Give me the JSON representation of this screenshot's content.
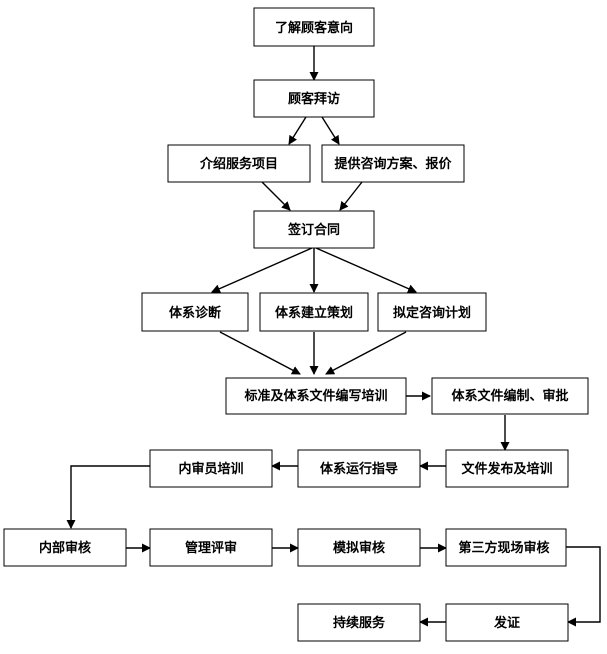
{
  "nodes": {
    "understand_intent": "了解顾客意向",
    "customer_visit": "顾客拜访",
    "introduce_services": "介绍服务项目",
    "provide_plan_quote": "提供咨询方案、报价",
    "sign_contract": "签订合同",
    "system_diagnosis": "体系诊断",
    "system_planning": "体系建立策划",
    "draft_consult_plan": "拟定咨询计划",
    "standard_doc_training": "标准及体系文件编写培训",
    "doc_compile_approve": "体系文件编制、审批",
    "doc_release_training": "文件发布及培训",
    "system_operation_guidance": "体系运行指导",
    "internal_auditor_training": "内审员培训",
    "internal_audit": "内部审核",
    "management_review": "管理评审",
    "mock_audit": "模拟审核",
    "third_party_audit": "第三方现场审核",
    "certification": "发证",
    "continuous_service": "持续服务"
  },
  "colors": {
    "stroke": "#000000",
    "fill": "#ffffff",
    "text": "#000000"
  }
}
